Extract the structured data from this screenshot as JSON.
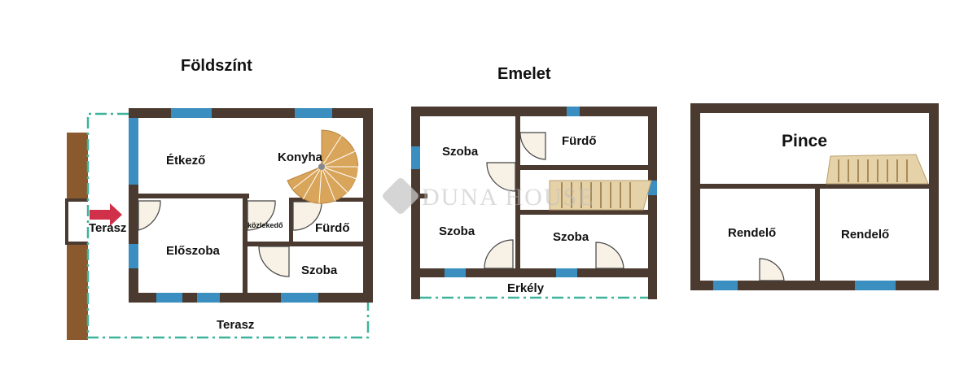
{
  "floors": {
    "ground": {
      "title": "Földszínt",
      "rooms": [
        "Étkező",
        "Konyha",
        "Terasz",
        "Előszoba",
        "közlekedő",
        "Fürdő",
        "Szoba",
        "Terasz"
      ]
    },
    "upper": {
      "title": "Emelet",
      "rooms": [
        "Szoba",
        "Fürdő",
        "Szoba",
        "Szoba",
        "Erkély"
      ]
    },
    "basement": {
      "title": "Pince",
      "rooms": [
        "Rendelő",
        "Rendelő"
      ]
    }
  },
  "watermark": "DUNA HOUSE",
  "colors": {
    "wall": "#4a3a30",
    "window": "#3a8fc0",
    "terrace": "#3cb39a",
    "stairs": "#d9a55a",
    "arrow": "#d0304a"
  }
}
